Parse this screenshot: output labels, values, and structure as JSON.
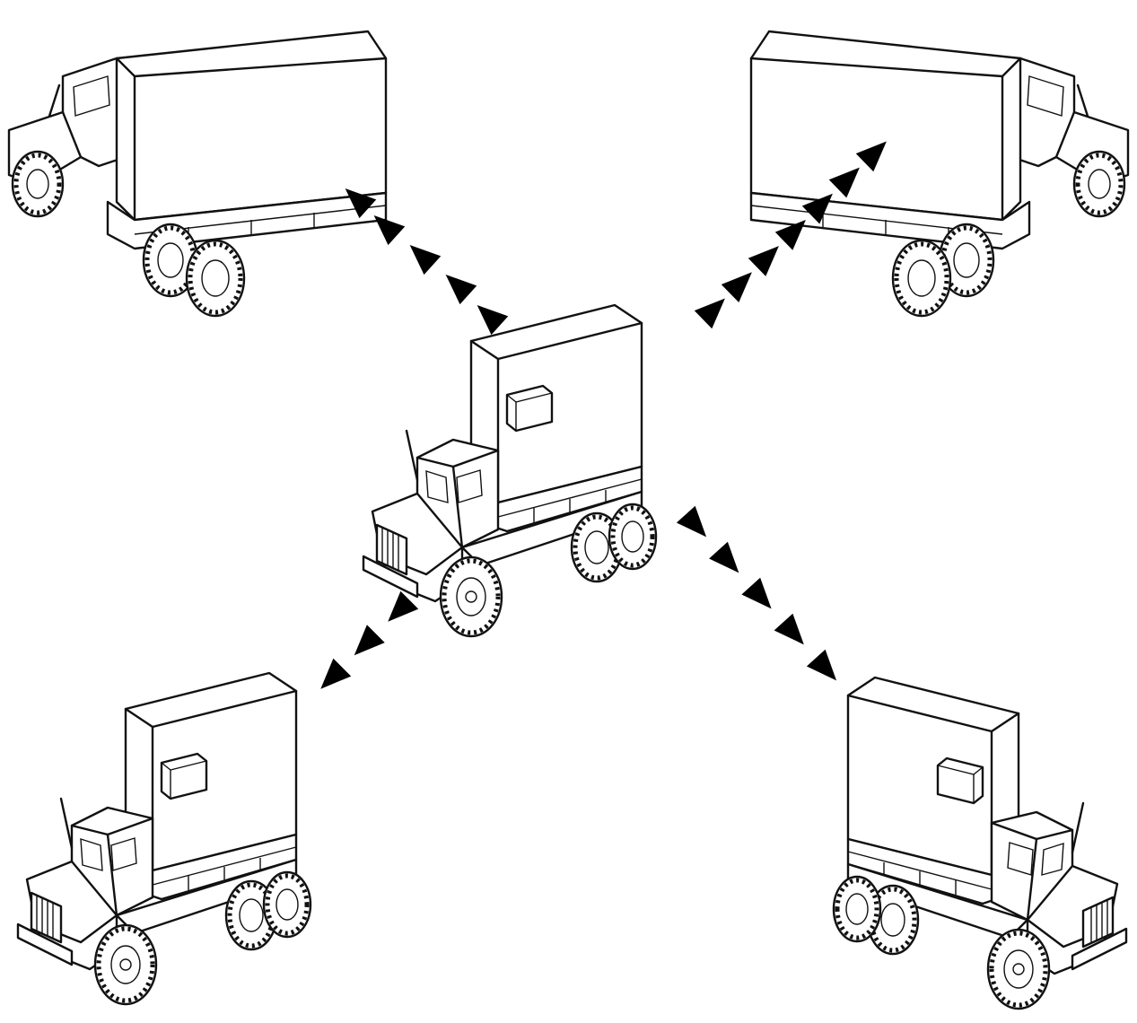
{
  "diagram": {
    "style": "line-drawing",
    "colors": {
      "line": "#111111",
      "arrow": "#000000",
      "background": "#ffffff"
    },
    "nodes": [
      {
        "id": "center",
        "icon": "cargo-truck-icon",
        "facing": "front-left",
        "highlighted": true
      },
      {
        "id": "top-left",
        "icon": "cargo-truck-icon",
        "facing": "rear-left"
      },
      {
        "id": "top-right",
        "icon": "cargo-truck-icon",
        "facing": "rear-right"
      },
      {
        "id": "bottom-left",
        "icon": "cargo-truck-icon",
        "facing": "front-left"
      },
      {
        "id": "bottom-right",
        "icon": "cargo-truck-icon",
        "facing": "front-right"
      }
    ],
    "links": [
      {
        "from": "center",
        "to": "top-left",
        "marker": "triangle-arrow-icon",
        "count": 5
      },
      {
        "from": "center",
        "to": "top-right",
        "marker": "triangle-arrow-icon",
        "count": 7
      },
      {
        "from": "center",
        "to": "bottom-left",
        "marker": "triangle-arrow-icon",
        "count": 3
      },
      {
        "from": "center",
        "to": "bottom-right",
        "marker": "triangle-arrow-icon",
        "count": 5
      }
    ]
  }
}
